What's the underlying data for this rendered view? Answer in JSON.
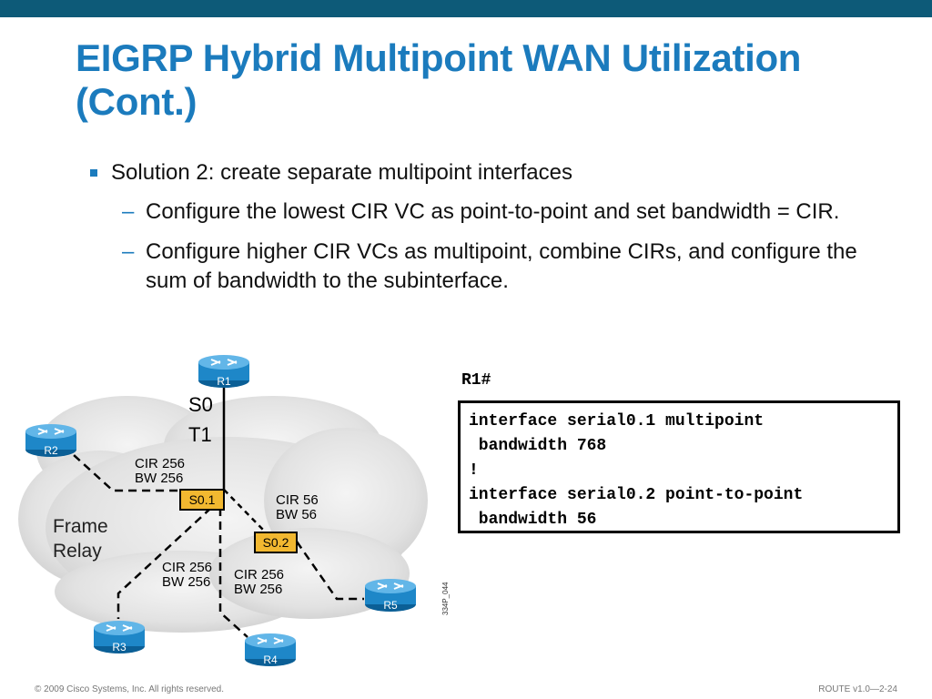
{
  "slide": {
    "title": "EIGRP Hybrid Multipoint WAN Utilization (Cont.)",
    "bullet": "Solution 2: create separate multipoint interfaces",
    "subbullets": [
      "Configure the lowest CIR VC as point-to-point and set bandwidth = CIR.",
      "Configure higher CIR VCs as multipoint, combine CIRs, and configure the sum of bandwidth to the subinterface."
    ],
    "dash": "–"
  },
  "diagram": {
    "cloud_label": [
      "Frame",
      "Relay"
    ],
    "routers": [
      "R1",
      "R2",
      "R3",
      "R4",
      "R5"
    ],
    "interface_s0": "S0",
    "link_t1": "T1",
    "subinterfaces": [
      "S0.1",
      "S0.2"
    ],
    "link_labels": {
      "r2": [
        "CIR 256",
        "BW 256"
      ],
      "r5": [
        "CIR 56",
        "BW 56"
      ],
      "r3": [
        "CIR 256",
        "BW 256"
      ],
      "r4": [
        "CIR 256",
        "BW 256"
      ]
    },
    "figure_id": "334P_044",
    "colors": {
      "router": "#1e87c8",
      "subinterface": "#f2b830",
      "cloud": "#e6e6e6"
    }
  },
  "config": {
    "prompt": "R1#",
    "lines": [
      "interface serial0.1 multipoint",
      " bandwidth 768",
      "!",
      "interface serial0.2 point-to-point",
      " bandwidth 56"
    ]
  },
  "footer": {
    "copyright": "© 2009 Cisco Systems, Inc. All rights reserved.",
    "course": "ROUTE v1.0—2-24"
  },
  "colors": {
    "topbar": "#0d5a78",
    "title": "#1b7bbd"
  }
}
